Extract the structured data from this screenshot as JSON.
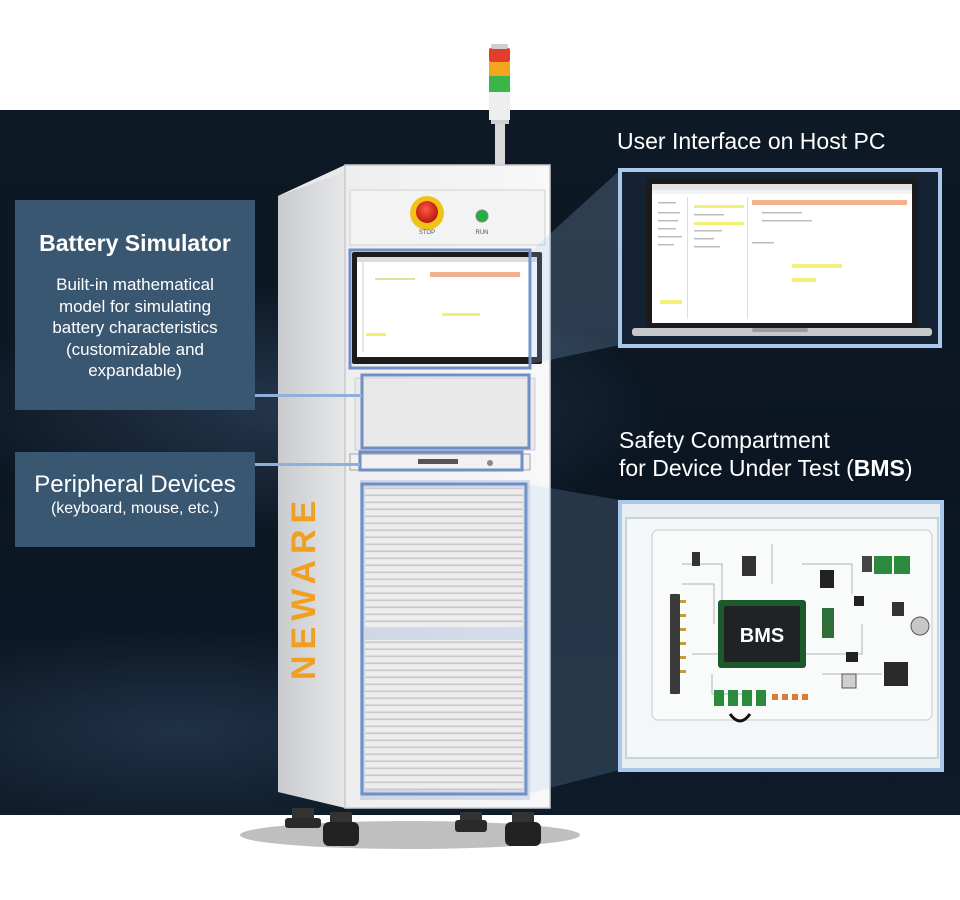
{
  "callouts": {
    "battery_simulator": {
      "title": "Battery Simulator",
      "description_lines": [
        "Built-in mathematical",
        "model for simulating",
        "battery characteristics",
        "(customizable and",
        "expandable)"
      ]
    },
    "peripheral_devices": {
      "title": "Peripheral Devices",
      "description": "(keyboard, mouse, etc.)"
    }
  },
  "labels": {
    "user_interface": "User Interface on Host PC",
    "safety_line1": "Safety Compartment",
    "safety_line2_prefix": "for Device Under Test (",
    "safety_line2_bold": "BMS",
    "safety_line2_suffix": ")"
  },
  "cabinet": {
    "brand": "NEWARE",
    "stop_label": "STOP",
    "run_label": "RUN"
  },
  "bms_board": {
    "chip_label": "BMS"
  },
  "colors": {
    "background_band": "#0d1a26",
    "callout_fill": "#3a5772",
    "highlight_border": "#a9c8ec",
    "connector": "#8fb0d8",
    "brand_orange": "#f0a020",
    "stop_button": "#e2261c",
    "run_indicator": "#20b040"
  },
  "icons": {
    "signal_tower": "signal-tower-icon",
    "emergency_stop": "emergency-stop-icon",
    "run_light": "run-indicator-icon"
  }
}
